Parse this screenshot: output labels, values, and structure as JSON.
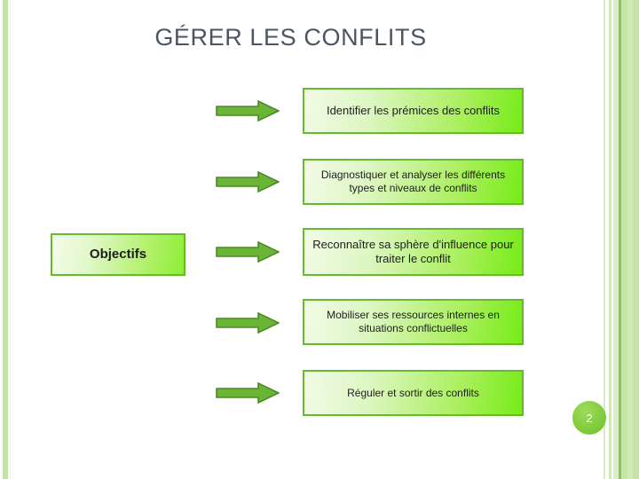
{
  "slide": {
    "title": "GÉRER LES CONFLITS",
    "page_number": "2",
    "accent_color": "#76ec17",
    "border_color": "#64bb2c",
    "title_color": "#4a5561",
    "badge_color": "#82cd3d"
  },
  "left_label": {
    "text": "Objectifs"
  },
  "arrows": [
    {
      "name": "arrow-to-objective-1"
    },
    {
      "name": "arrow-to-objective-2"
    },
    {
      "name": "arrow-to-objective-3"
    },
    {
      "name": "arrow-to-objective-4"
    },
    {
      "name": "arrow-to-objective-5"
    }
  ],
  "objectives": [
    {
      "text": "Identifier les prémices des conflits"
    },
    {
      "text": "Diagnostiquer et analyser les différents types et niveaux de conflits"
    },
    {
      "text": "Reconnaître sa sphère d'influence pour traiter le conflit"
    },
    {
      "text": "Mobiliser ses ressources internes en situations conflictuelles"
    },
    {
      "text": "Réguler et sortir des conflits"
    }
  ]
}
